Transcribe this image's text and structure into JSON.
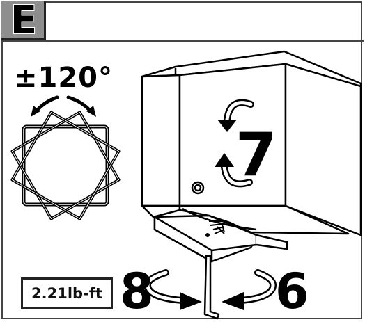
{
  "step": {
    "letter": "E"
  },
  "rotation": {
    "angle_label": "±120°"
  },
  "torque": {
    "label": "2.21lb-ft"
  },
  "callouts": {
    "rotate_step": "7",
    "tighten_step": "8",
    "loosen_step": "6"
  }
}
